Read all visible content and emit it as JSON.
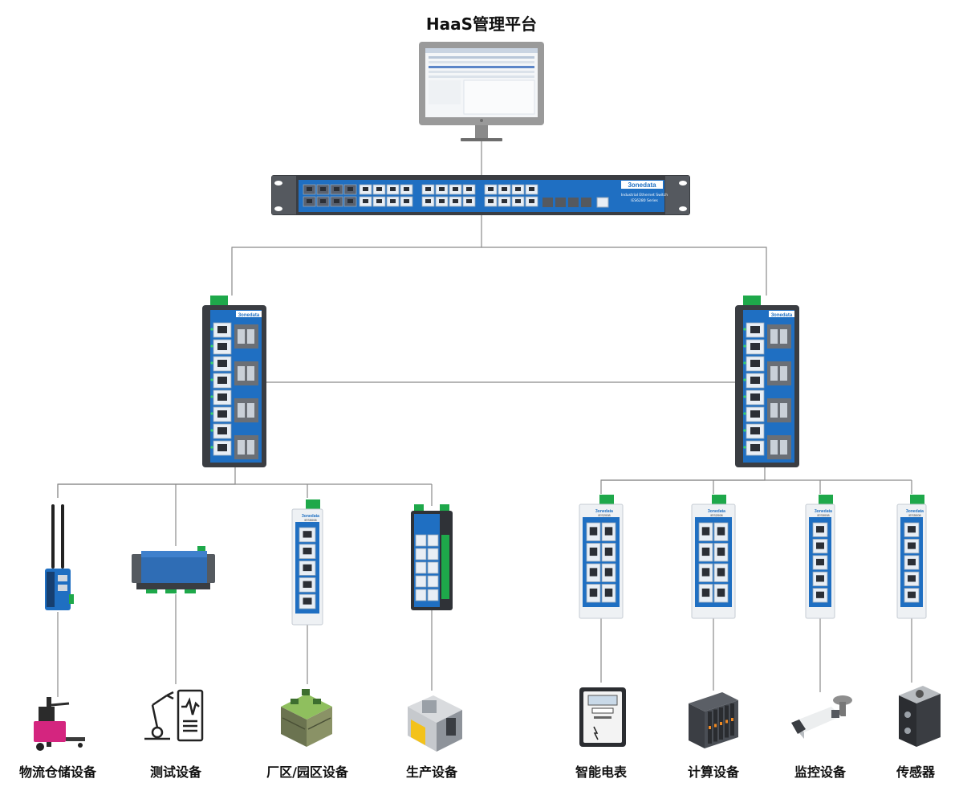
{
  "title": "HaaS管理平台",
  "brand": {
    "name": "3onedata",
    "core_series": "IES6280 Series",
    "core_desc": "Industrial Ethernet Switch",
    "edge_model": "IES2008",
    "small_model": "IES5008"
  },
  "devices": [
    {
      "id": "logistics",
      "label": "物流仓储设备",
      "icon": "forklift-icon"
    },
    {
      "id": "testing",
      "label": "测试设备",
      "icon": "robot-arm-test-icon"
    },
    {
      "id": "factory",
      "label": "厂区/园区设备",
      "icon": "factory-building-icon"
    },
    {
      "id": "production",
      "label": "生产设备",
      "icon": "cnc-machine-icon"
    },
    {
      "id": "meter",
      "label": "智能电表",
      "icon": "smart-meter-icon"
    },
    {
      "id": "computing",
      "label": "计算设备",
      "icon": "server-rack-icon"
    },
    {
      "id": "monitoring",
      "label": "监控设备",
      "icon": "cctv-camera-icon"
    },
    {
      "id": "sensor",
      "label": "传感器",
      "icon": "sensor-icon"
    }
  ],
  "colors": {
    "switch_blue": "#1f6fc2",
    "switch_dark": "#3a3d42",
    "din_green": "#1ea84a",
    "line_gray": "#8a8a8a",
    "monitor_gray": "#9a9a9a"
  }
}
